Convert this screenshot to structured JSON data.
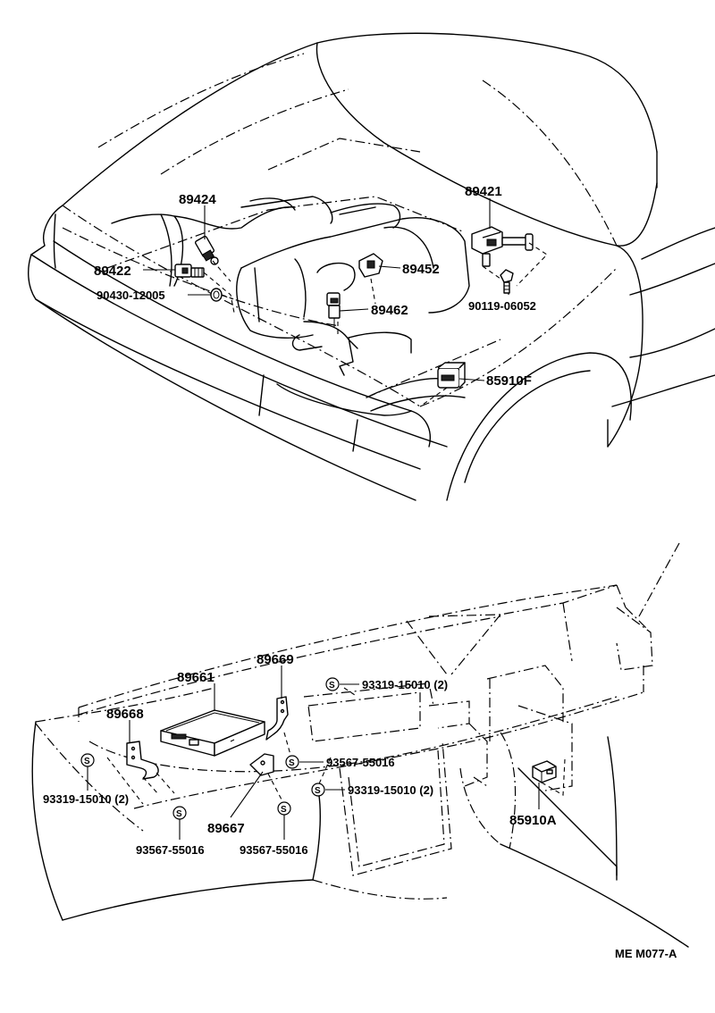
{
  "labels": {
    "p89424": "89424",
    "p89421": "89421",
    "p89422": "89422",
    "p89452": "89452",
    "p90430": "90430-12005",
    "p89462": "89462",
    "p90119": "90119-06052",
    "p85910F": "85910F",
    "p89661": "89661",
    "p89669": "89669",
    "p89668": "89668",
    "p93319a": "93319-15010 (2)",
    "p93567a": "93567-55016",
    "p93319b": "93319-15010 (2)",
    "p93319c": "93319-15010 (2)",
    "p89667": "89667",
    "p93567b": "93567-55016",
    "p93567c": "93567-55016",
    "p85910A": "85910A",
    "s_mark": "S",
    "figure_code": "ME M077-A"
  }
}
